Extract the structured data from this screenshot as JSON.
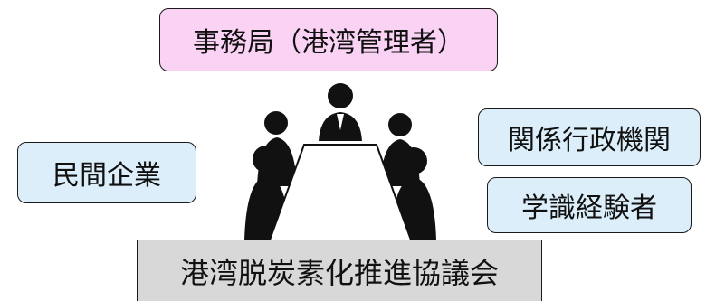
{
  "boxes": {
    "secretariat": "事務局（港湾管理者）",
    "private_companies": "民間企業",
    "agencies": "関係行政機関",
    "experts": "学識経験者",
    "council": "港湾脱炭素化推進協議会"
  },
  "colors": {
    "secretariat_fill": "#fad2f4",
    "side_box_fill": "#dbeefa",
    "council_fill": "#d8d8d8",
    "figure": "#111111"
  },
  "icons": {
    "meeting": "conference-table-people-icon"
  }
}
